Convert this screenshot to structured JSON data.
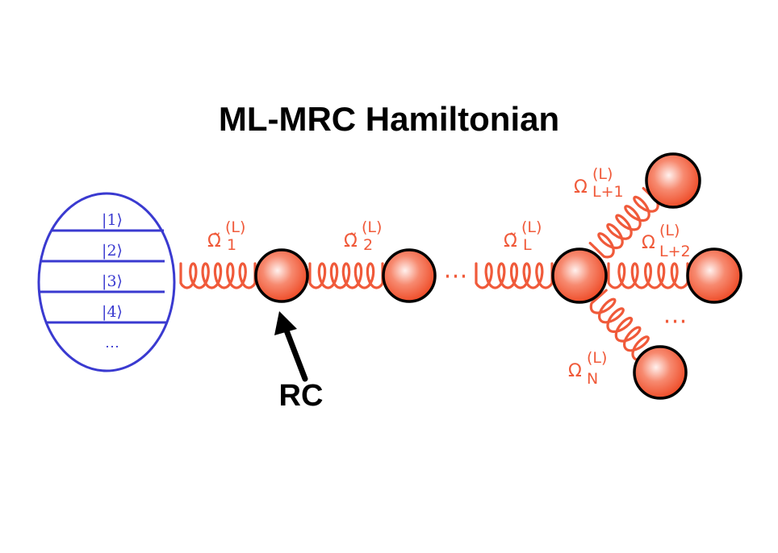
{
  "title": "ML-MRC Hamiltonian",
  "system_levels": [
    "|1⟩",
    "|2⟩",
    "|3⟩",
    "|4⟩",
    "⋯"
  ],
  "couplings": [
    {
      "symbol": "Ω̃",
      "sup": "(L)",
      "sub": "1"
    },
    {
      "symbol": "Ω̃",
      "sup": "(L)",
      "sub": "2"
    },
    {
      "symbol": "Ω̃",
      "sup": "(L)",
      "sub": "L"
    },
    {
      "symbol": "Ω",
      "sup": "(L)",
      "sub": "L+1"
    },
    {
      "symbol": "Ω",
      "sup": "(L)",
      "sub": "L+2"
    },
    {
      "symbol": "Ω",
      "sup": "(L)",
      "sub": "N"
    }
  ],
  "chain_ellipsis": "⋯",
  "branch_ellipsis": "⋯",
  "rc_label": "RC",
  "colors": {
    "system": "#3a3ad0",
    "bath": "#f05a3a",
    "ball_center": "#fff1ee",
    "ball_edge": "#ee4a26",
    "text": "#000000"
  }
}
